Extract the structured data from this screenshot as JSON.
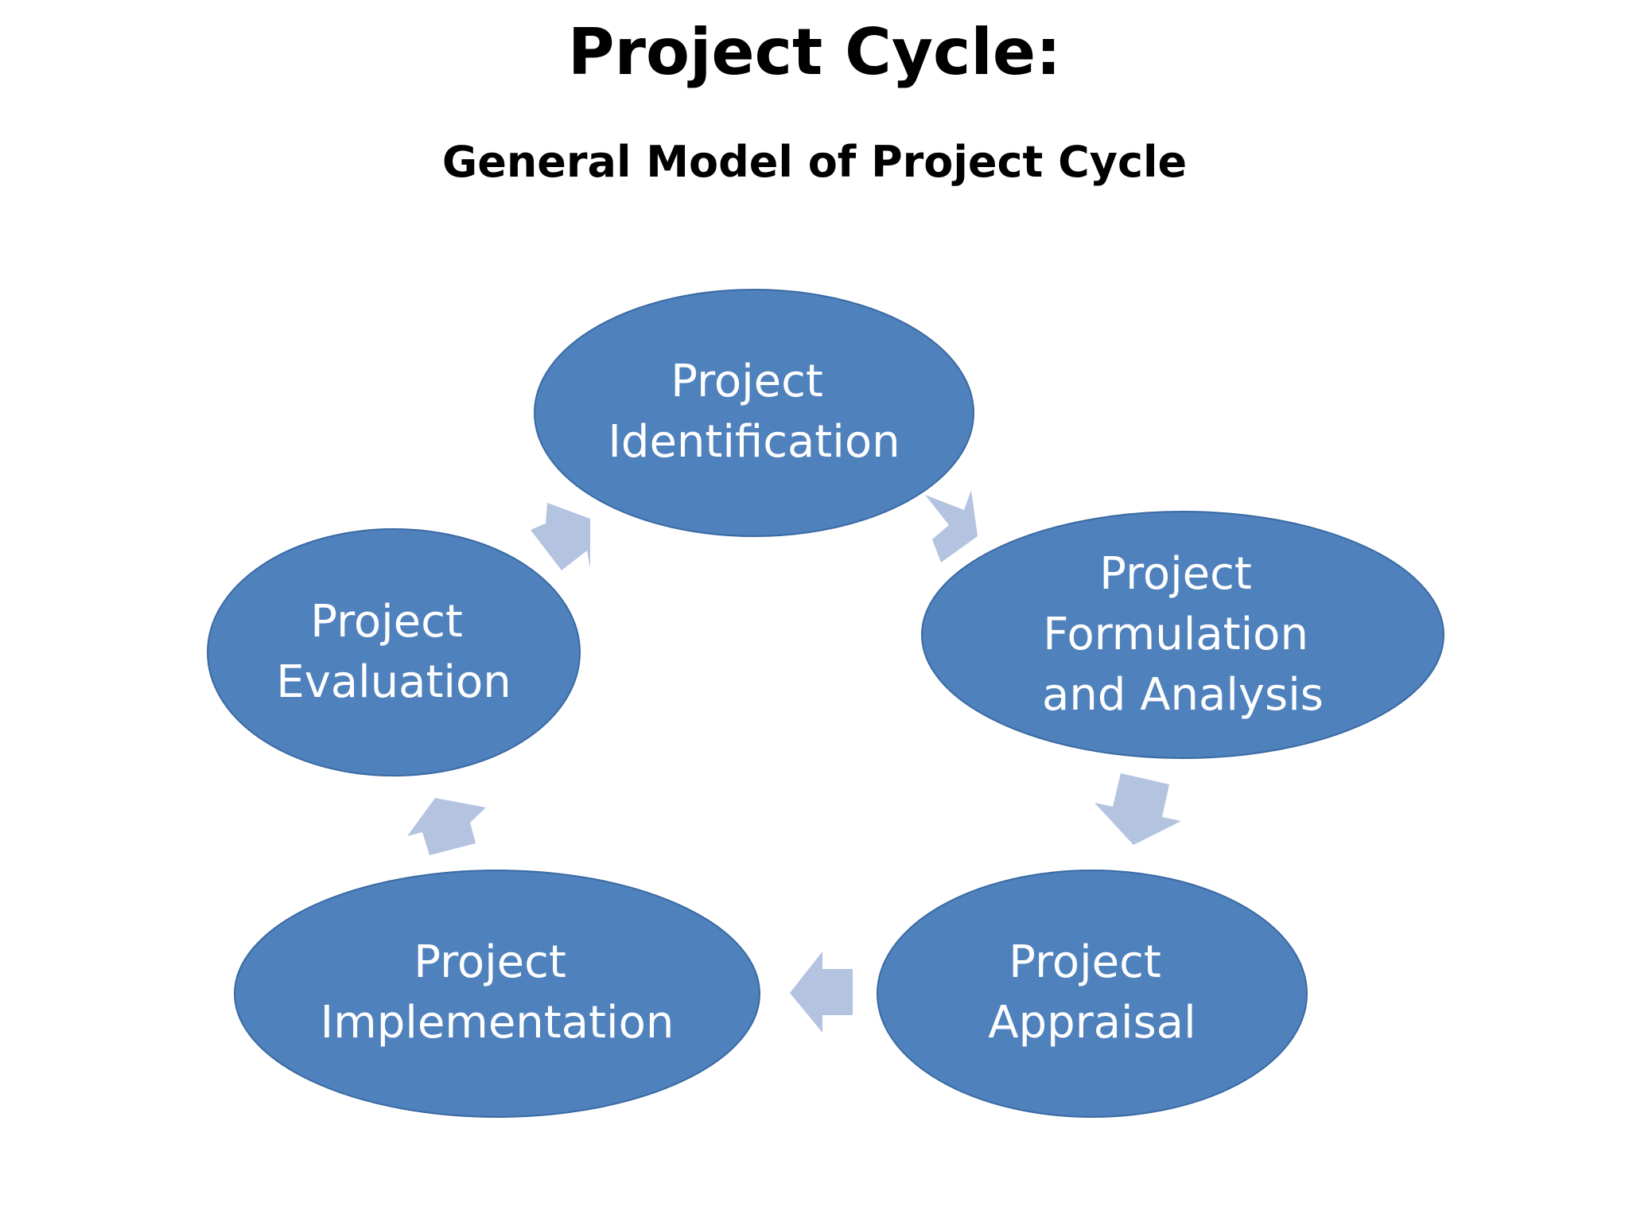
{
  "title": "Project Cycle:",
  "subtitle": "General Model of Project Cycle",
  "colors": {
    "node_fill": "#4f81bd",
    "node_stroke": "#3a6aa3",
    "arrow_fill": "#b3c3e0",
    "text": "#ffffff"
  },
  "nodes": [
    {
      "id": "identification",
      "lines": [
        "Project",
        "Identification"
      ]
    },
    {
      "id": "formulation",
      "lines": [
        "Project",
        "Formulation",
        "and Analysis"
      ]
    },
    {
      "id": "appraisal",
      "lines": [
        "Project",
        "Appraisal"
      ]
    },
    {
      "id": "implementation",
      "lines": [
        "Project",
        "Implementation"
      ]
    },
    {
      "id": "evaluation",
      "lines": [
        "Project",
        "Evaluation"
      ]
    }
  ],
  "flow": [
    "identification",
    "formulation",
    "appraisal",
    "implementation",
    "evaluation",
    "identification"
  ]
}
